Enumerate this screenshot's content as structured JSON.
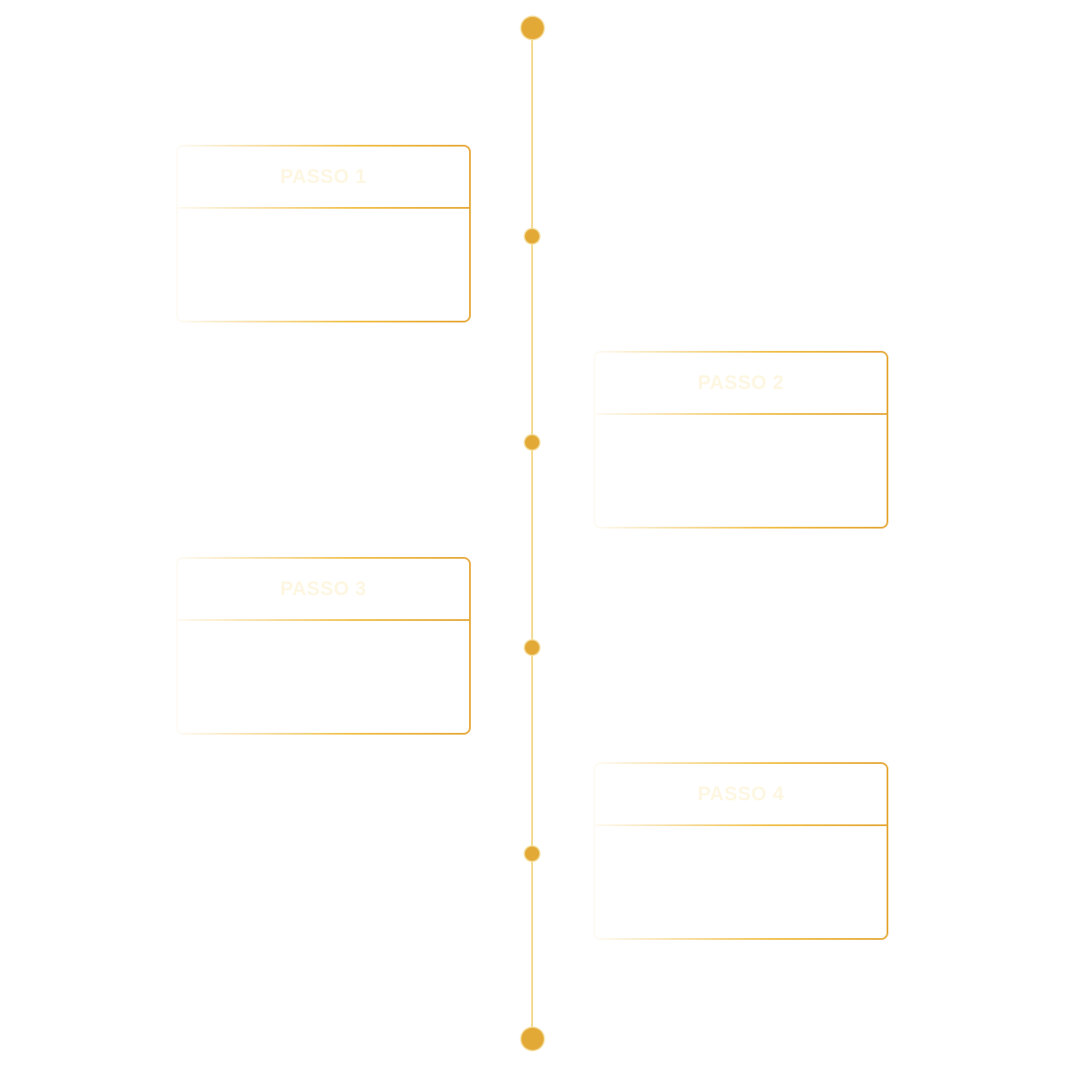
{
  "colors": {
    "accent": "#e3a937",
    "line": "#f2d88a",
    "title_text": "#fdf6e1"
  },
  "steps": [
    {
      "label": "PASSO 1"
    },
    {
      "label": "PASSO 2"
    },
    {
      "label": "PASSO 3"
    },
    {
      "label": "PASSO 4"
    }
  ]
}
